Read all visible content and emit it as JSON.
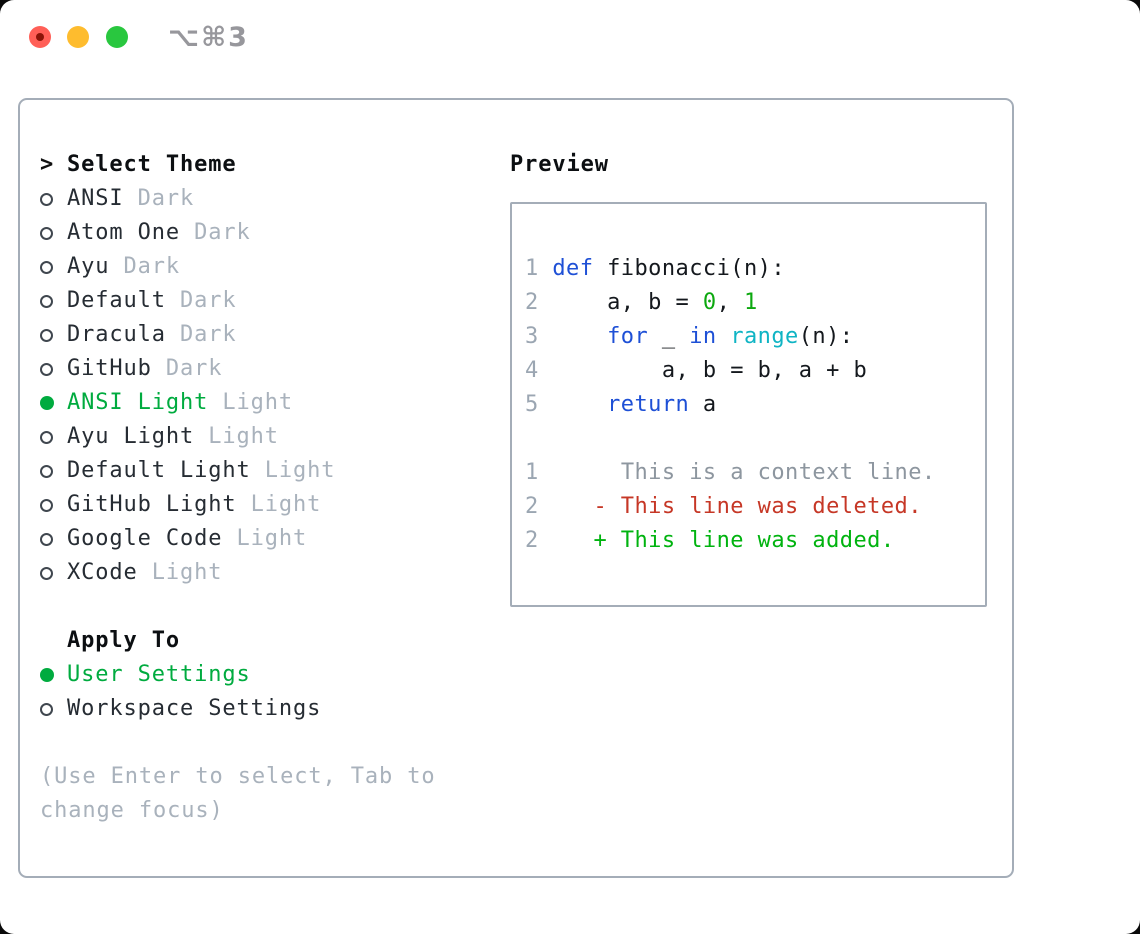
{
  "window": {
    "title": "⌥⌘3"
  },
  "traffic_lights": {
    "close": "close-button",
    "minimize": "minimize-button",
    "zoom": "zoom-button"
  },
  "theme_panel": {
    "header_prefix": ">",
    "header": "Select Theme",
    "themes": [
      {
        "name": "ANSI",
        "variant": "Dark",
        "selected": false
      },
      {
        "name": "Atom One",
        "variant": "Dark",
        "selected": false
      },
      {
        "name": "Ayu",
        "variant": "Dark",
        "selected": false
      },
      {
        "name": "Default",
        "variant": "Dark",
        "selected": false
      },
      {
        "name": "Dracula",
        "variant": "Dark",
        "selected": false
      },
      {
        "name": "GitHub",
        "variant": "Dark",
        "selected": false
      },
      {
        "name": "ANSI Light",
        "variant": "Light",
        "selected": true
      },
      {
        "name": "Ayu Light",
        "variant": "Light",
        "selected": false
      },
      {
        "name": "Default Light",
        "variant": "Light",
        "selected": false
      },
      {
        "name": "GitHub Light",
        "variant": "Light",
        "selected": false
      },
      {
        "name": "Google Code",
        "variant": "Light",
        "selected": false
      },
      {
        "name": "XCode",
        "variant": "Light",
        "selected": false
      }
    ],
    "apply_to": {
      "header": "Apply To",
      "options": [
        {
          "label": "User Settings",
          "selected": true
        },
        {
          "label": "Workspace Settings",
          "selected": false
        }
      ]
    },
    "hint": "(Use Enter to select, Tab to\nchange focus)"
  },
  "preview": {
    "header": "Preview",
    "code_lines": [
      {
        "tokens": [
          [
            "1",
            "ln"
          ],
          [
            " ",
            "pl"
          ],
          [
            "def",
            "kw"
          ],
          [
            " fibonacci(n):",
            "pl"
          ]
        ]
      },
      {
        "tokens": [
          [
            "2",
            "ln"
          ],
          [
            "     a, b = ",
            "pl"
          ],
          [
            "0",
            "num"
          ],
          [
            ", ",
            "pl"
          ],
          [
            "1",
            "num"
          ]
        ]
      },
      {
        "tokens": [
          [
            "3",
            "ln"
          ],
          [
            "     ",
            "pl"
          ],
          [
            "for",
            "kw"
          ],
          [
            " _ ",
            "pl"
          ],
          [
            "in",
            "kw"
          ],
          [
            " ",
            "pl"
          ],
          [
            "range",
            "fn"
          ],
          [
            "(n):",
            "pl"
          ]
        ]
      },
      {
        "tokens": [
          [
            "4",
            "ln"
          ],
          [
            "         a, b = b, a + b",
            "pl"
          ]
        ]
      },
      {
        "tokens": [
          [
            "5",
            "ln"
          ],
          [
            "     ",
            "pl"
          ],
          [
            "return",
            "kw"
          ],
          [
            " a",
            "pl"
          ]
        ]
      }
    ],
    "diff_lines": [
      {
        "tokens": [
          [
            "1",
            "ln"
          ],
          [
            "      ",
            "pl"
          ],
          [
            "This is a context line.",
            "ctx"
          ]
        ]
      },
      {
        "tokens": [
          [
            "2",
            "ln"
          ],
          [
            "    ",
            "pl"
          ],
          [
            "- This line was deleted.",
            "del"
          ]
        ]
      },
      {
        "tokens": [
          [
            "2",
            "ln"
          ],
          [
            "    ",
            "pl"
          ],
          [
            "+ This line was added.",
            "add"
          ]
        ]
      }
    ]
  },
  "colors": {
    "red": "#ff5f57",
    "reddot": "#8a1408",
    "yellow": "#febc2e",
    "green": "#29c73f",
    "title": "#97979c",
    "border": "#a4adb8",
    "ink": "#262c33",
    "dim": "#a9b2bc",
    "hint": "#a9b2bc",
    "sel": "#00ab3f",
    "ln": "#9ba6b2",
    "pl": "#14181d",
    "kw": "#1e50d6",
    "fn": "#0fb4c4",
    "num": "#0ca80f",
    "ctx": "#8d969f",
    "del": "#c63726",
    "add": "#00b30f"
  }
}
